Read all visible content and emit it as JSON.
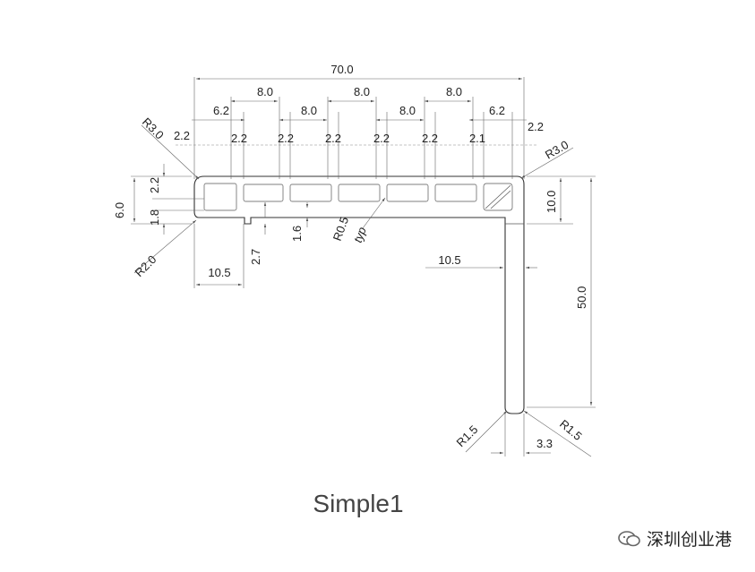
{
  "drawing": {
    "caption": "Simple1",
    "watermark": "深圳创业港",
    "dimensions": {
      "overall_width": "70.0",
      "pitch_a": "8.0",
      "pitch_b": "8.0",
      "pitch_c": "8.0",
      "pitch_d": "8.0",
      "pitch_e": "8.0",
      "end_left": "6.2",
      "end_right": "6.2",
      "wall_l1": "2.2",
      "wall_l2": "2.2",
      "wall_l3": "2.2",
      "wall_l4": "2.2",
      "wall_l5": "2.2",
      "wall_l6": "2.2",
      "wall_r1": "2.1",
      "wall_r2": "2.2",
      "radius_tl": "R3.0",
      "radius_tr": "R3.0",
      "radius_bl": "R2.0",
      "radius_cell": "R0.5",
      "radius_cell_note": "typ",
      "radius_foot_l": "R1.5",
      "radius_foot_r": "R1.5",
      "top_wall": "2.2",
      "bottom_wall": "1.8",
      "height_total": "6.0",
      "lip_height": "2.7",
      "cell_wall": "1.6",
      "left_lip": "10.5",
      "leg_offset": "10.5",
      "right_height": "10.0",
      "leg_length": "50.0",
      "leg_thickness": "3.3"
    }
  }
}
